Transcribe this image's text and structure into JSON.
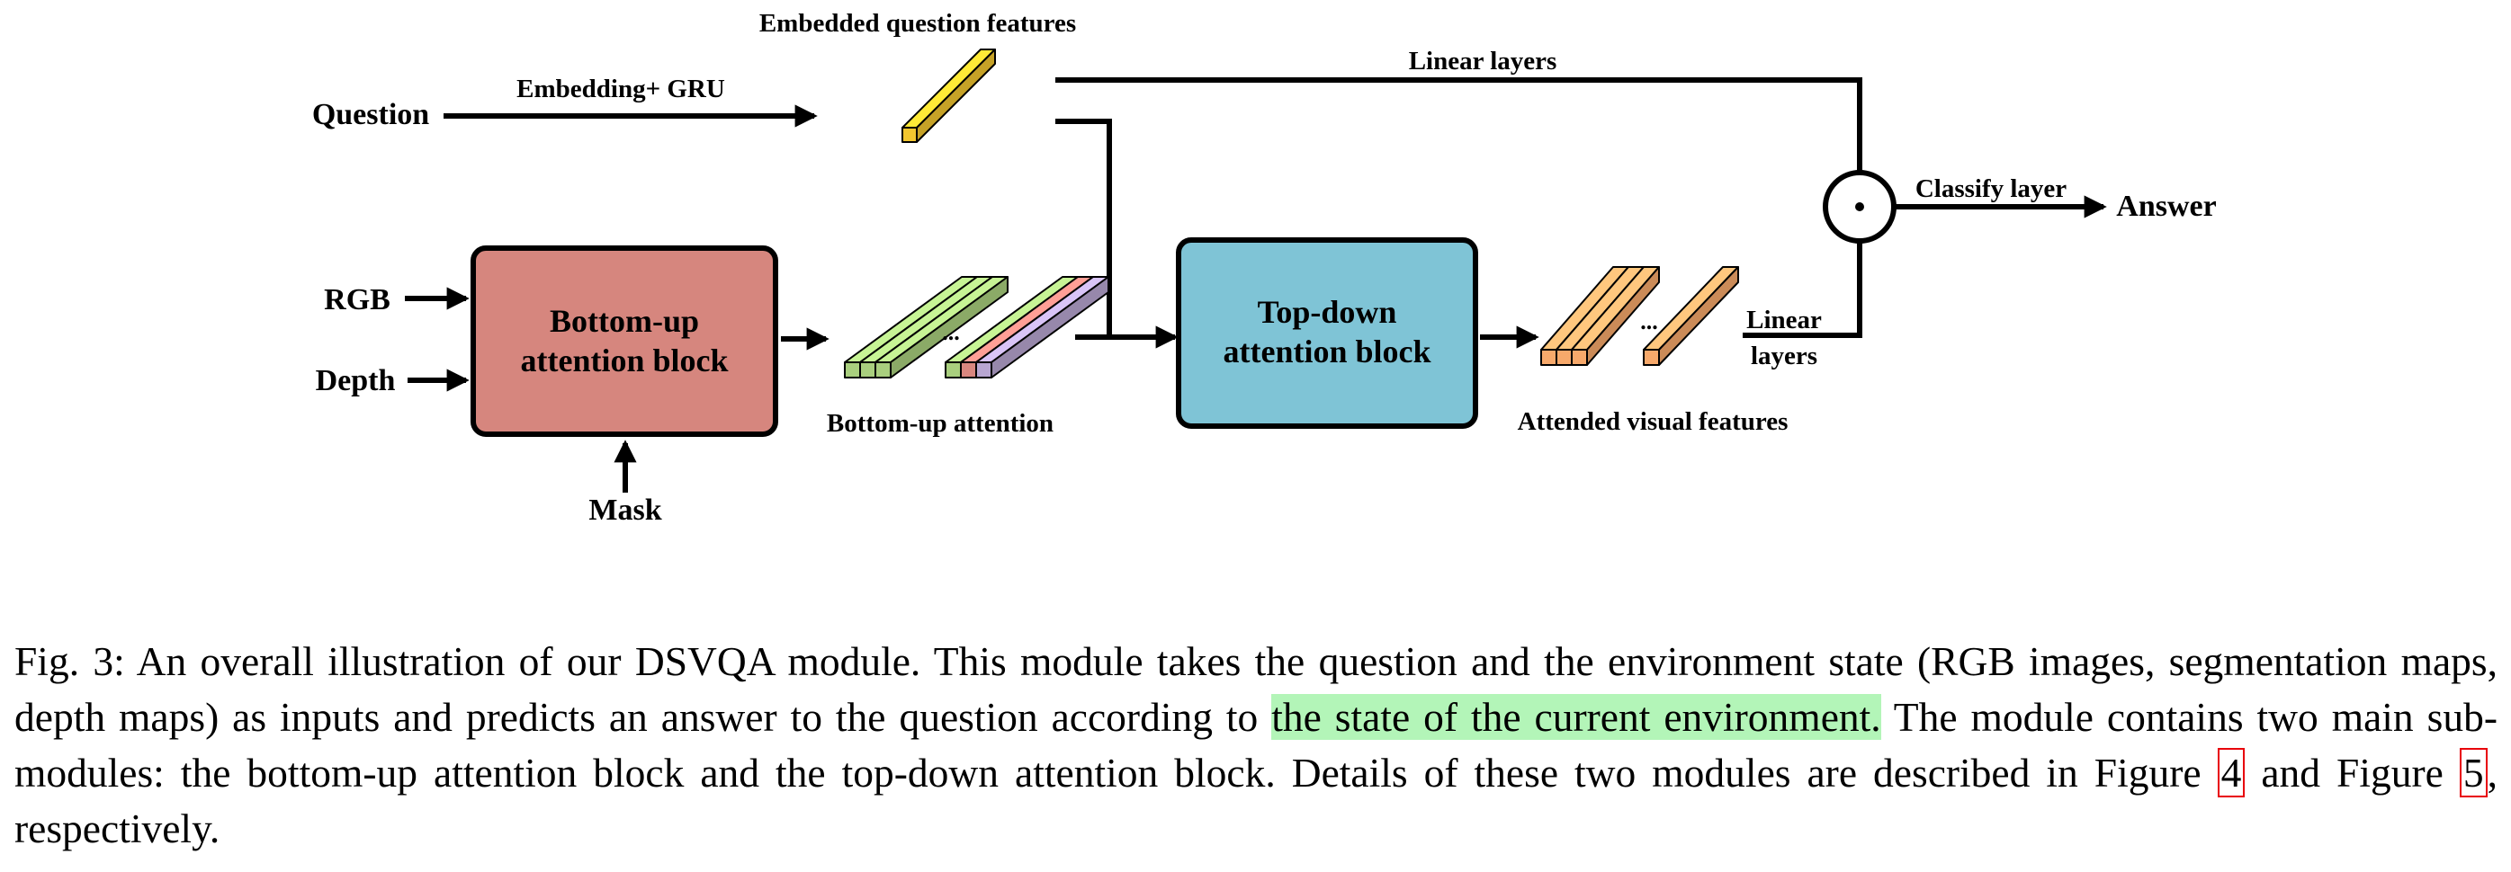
{
  "figure": {
    "labels": {
      "question": "Question",
      "embedding_gru": "Embedding+ GRU",
      "embedded_question_features": "Embedded question features",
      "linear_layers_top": "Linear layers",
      "rgb": "RGB",
      "depth": "Depth",
      "mask": "Mask",
      "bottom_up_block_line1": "Bottom-up",
      "bottom_up_block_line2": "attention block",
      "bottom_up_attention": "Bottom-up attention",
      "top_down_block_line1": "Top-down",
      "top_down_block_line2": "attention block",
      "attended_visual_features": "Attended visual features",
      "linear_right_line1": "Linear",
      "linear_right_line2": "layers",
      "classify_layer": "Classify layer",
      "answer": "Answer",
      "ellipsis": "..."
    },
    "colors": {
      "bottom_up_block": "#d6867e",
      "top_down_block": "#7fc4d6",
      "question_feature": "#f2c62f",
      "bottom_up_feature_green": "#a9cf7e",
      "bottom_up_feature_red": "#d9877f",
      "bottom_up_feature_purple": "#b8a6d1",
      "attended_feature": "#f7a96b"
    }
  },
  "caption": {
    "part1": "Fig. 3: An overall illustration of our DSVQA module. This module takes the question and the environment state (RGB images, segmentation maps, depth maps) as inputs and predicts an answer to the question according to ",
    "highlight": "the state of the current environment.",
    "part2": " The module contains two main sub-modules: the bottom-up attention block and the top-down attention block. Details of these two modules are described in Figure ",
    "ref1": "4",
    "part3": " and Figure ",
    "ref2": "5",
    "part4": ", respectively."
  }
}
